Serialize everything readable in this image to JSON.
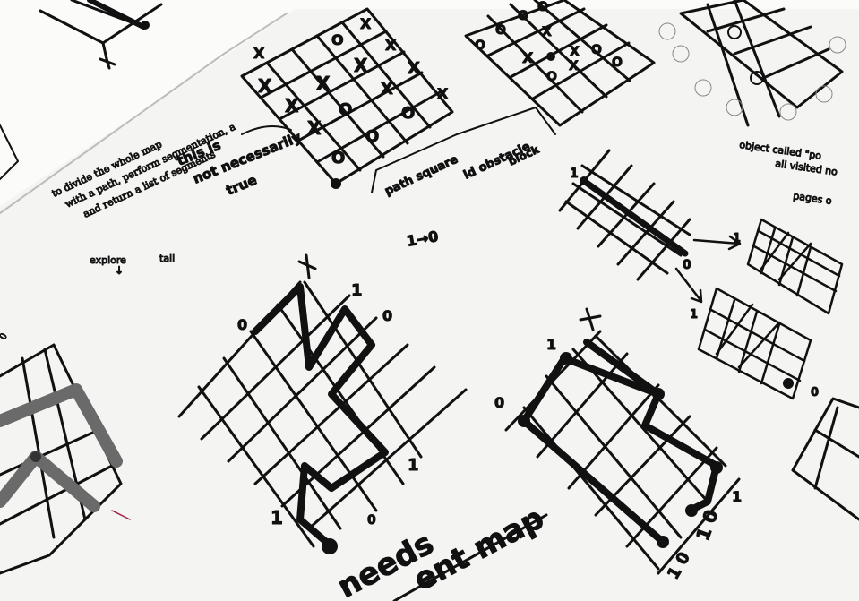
{
  "marks": {
    "x_label": "X",
    "o_label": "O",
    "zero": "0",
    "one": "1",
    "one_o": "1 0",
    "one_zero": "1 0"
  },
  "notes": {
    "red_line1": "to divide the whole map",
    "red_line2": "with a path, perform segmentation, a",
    "red_line3": "and return a list of segments",
    "not_necessarily_line1": "this is",
    "not_necessarily_line2": "not necessarily",
    "not_necessarily_line3": "true",
    "path_square": "path square",
    "obstacle": "ld obstacle",
    "block": "block",
    "explore": "explore",
    "arrow_down": "↓",
    "tail": "tail",
    "one_to_zero": "1→0",
    "object_called": "object called \"po",
    "all_visited": "all visited no",
    "pages": "pages o",
    "needs": "needs",
    "ent_map": "ent map"
  },
  "colors": {
    "ink": "#111111",
    "paper": "#f4f4f2",
    "red_pen": "#a2224a",
    "blue_pen": "#3c4a6a",
    "gray_fill": "#6a6a6a"
  }
}
